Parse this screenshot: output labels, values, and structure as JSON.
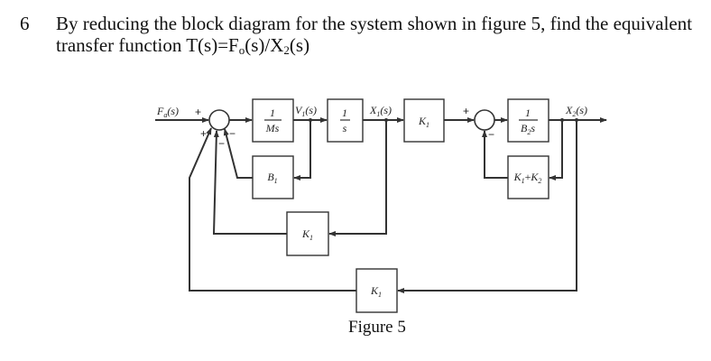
{
  "question": {
    "number": "6",
    "text_line1": "By reducing the block diagram for the system shown in figure 5, find the equivalent",
    "text_line2_prefix": "transfer function T(s)=F",
    "text_line2_sub1": "o",
    "text_line2_mid": "(s)/X",
    "text_line2_sub2": "2",
    "text_line2_suffix": "(s)"
  },
  "diagram": {
    "input_label": "Fa(s)",
    "input_label_main": "F",
    "input_label_sub": "a",
    "input_label_arg": "(s)",
    "signals": {
      "v1": {
        "main": "V",
        "sub": "1",
        "arg": "(s)"
      },
      "x1": {
        "main": "X",
        "sub": "1",
        "arg": "(s)"
      },
      "x2": {
        "main": "X",
        "sub": "2",
        "arg": "(s)"
      }
    },
    "blocks": {
      "one_over_ms": {
        "num": "1",
        "den": "Ms"
      },
      "one_over_s": {
        "num": "1",
        "den": "s"
      },
      "k1_forward": {
        "main": "K",
        "sub": "1"
      },
      "one_over_b2s": {
        "num": "1",
        "den_main": "B",
        "den_sub": "2",
        "den_tail": "s"
      },
      "b1": {
        "main": "B",
        "sub": "1"
      },
      "k1_plus_k2": {
        "a_main": "K",
        "a_sub": "1",
        "op": "+",
        "b_main": "K",
        "b_sub": "2"
      },
      "k1_middle": {
        "main": "K",
        "sub": "1"
      },
      "k1_bottom": {
        "main": "K",
        "sub": "1"
      }
    },
    "junction1_signs": {
      "top": "+",
      "left_bottom": "+",
      "right_bottom": "−",
      "center_bottom": "−"
    },
    "junction2_signs": {
      "top": "+",
      "bottom": "−"
    }
  },
  "caption": "Figure 5"
}
